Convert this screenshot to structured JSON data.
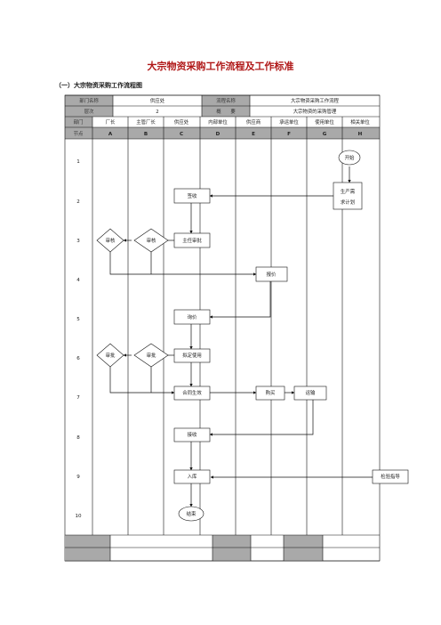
{
  "doc": {
    "title": "大宗物资采购工作流程及工作标准",
    "subtitle": "（一）大宗物资采购工作流程图"
  },
  "header": {
    "dept_label": "部门名称",
    "dept_value": "供应处",
    "flow_label": "流程名称",
    "flow_value": "大宗物资采购工作流程",
    "level_label": "层次",
    "level_value": "2",
    "summary_label": "概　　要",
    "summary_value": "大宗物资的采购管理"
  },
  "columns": {
    "dept_row_label": "部门",
    "node_row_label": "节点",
    "depts": [
      "厂长",
      "主管厂长",
      "供应处",
      "内部单位",
      "供应商",
      "承运单位",
      "使用单位",
      "相关单位"
    ],
    "letters": [
      "A",
      "B",
      "C",
      "D",
      "E",
      "F",
      "G",
      "H"
    ]
  },
  "nodes": [
    "1",
    "2",
    "3",
    "4",
    "5",
    "6",
    "7",
    "8",
    "9",
    "10"
  ],
  "steps": {
    "start": "开始",
    "plan_line1": "生产需",
    "plan_line2": "求计划",
    "sign": "签收",
    "review_a": "审核",
    "review_b": "审核",
    "director_approve": "主任审批",
    "quote": "报价",
    "inquiry": "询价",
    "approve_a": "审批",
    "approve_b": "审批",
    "draft_use": "拟定使用",
    "contract": "合同生效",
    "purchase": "购买",
    "transport": "运输",
    "receive": "接收",
    "warehouse": "入库",
    "inspection": "检验指导",
    "end": "结束"
  }
}
